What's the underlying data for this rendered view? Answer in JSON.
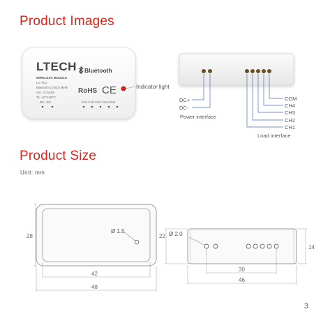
{
  "headings": {
    "images": "Product Images",
    "size": "Product Size"
  },
  "unit_label": "Unit: mm",
  "page_number": "3",
  "module": {
    "brand": "LTECH",
    "specs": [
      "WIRELESS MODULE",
      "LG-TKG",
      "Bluetooth 4.0 BLE Mesh",
      "Uin: 12-24Vdc",
      "Ta: -40°C-65°C"
    ],
    "dc_terms": "DC+  DC-",
    "bluetooth": "Bluetooth",
    "rohs": "RoHS",
    "ce": "CE",
    "ch_terms": "CH1  CH2  CH3  CH4  COM"
  },
  "callouts": {
    "indicator": "Indicator light",
    "dc_plus": "DC+",
    "dc_minus": "DC-",
    "power": "Power interface",
    "com": "COM",
    "ch4": "CH4",
    "ch3": "CH3",
    "ch2": "CH2",
    "ch1": "CH1",
    "load": "Load interface"
  },
  "dimensions": {
    "height_front": "28",
    "inner_width": "42",
    "outer_width": "48",
    "hole": "Ø 1.5",
    "height_side": "22",
    "pin": "Ø 2.0",
    "pin_span": "30",
    "side_width": "46",
    "thickness": "14"
  },
  "colors": {
    "accent": "#e2231a",
    "dim_line": "#9a9a9a",
    "pin": "#7a5a1e"
  }
}
